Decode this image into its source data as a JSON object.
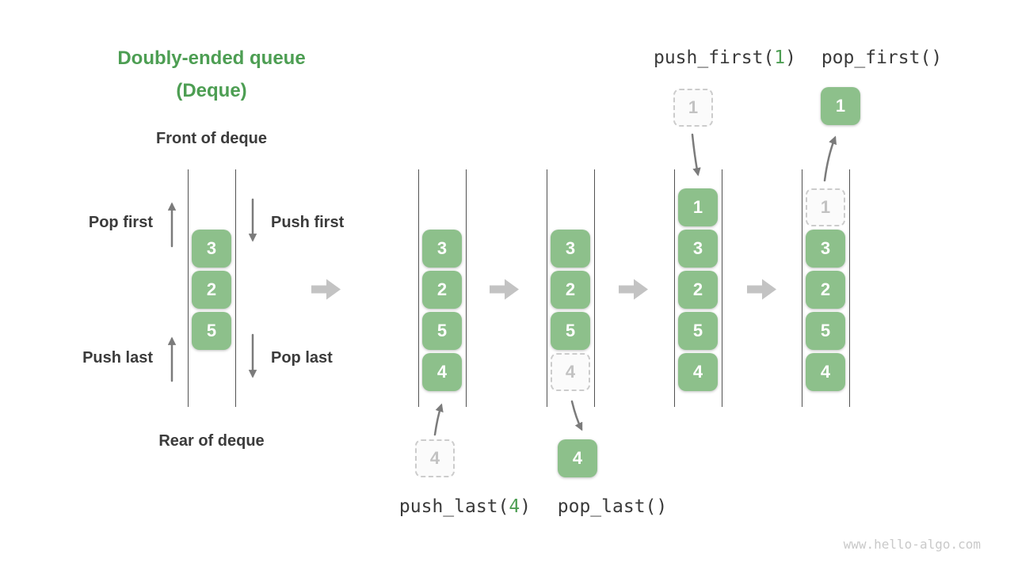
{
  "title": {
    "line1": "Doubly-ended queue",
    "line2": "(Deque)"
  },
  "left_diagram": {
    "front_label": "Front of deque",
    "rear_label": "Rear of deque",
    "pop_first_label": "Pop first",
    "push_first_label": "Push first",
    "push_last_label": "Push last",
    "pop_last_label": "Pop last"
  },
  "operations": {
    "push_first": {
      "prefix": "push_first(",
      "arg": "1",
      "suffix": ")"
    },
    "pop_first": {
      "prefix": "pop_first(",
      "arg": "",
      "suffix": ")"
    },
    "push_last": {
      "prefix": "push_last(",
      "arg": "4",
      "suffix": ")"
    },
    "pop_last": {
      "prefix": "pop_last(",
      "arg": "",
      "suffix": ")"
    }
  },
  "queues": [
    {
      "name": "deque-initial",
      "cells": [
        {
          "value": "3",
          "slot": 1,
          "ghost": false
        },
        {
          "value": "2",
          "slot": 2,
          "ghost": false
        },
        {
          "value": "5",
          "slot": 3,
          "ghost": false
        }
      ]
    },
    {
      "name": "deque-after-push-last",
      "cells": [
        {
          "value": "3",
          "slot": 1,
          "ghost": false
        },
        {
          "value": "2",
          "slot": 2,
          "ghost": false
        },
        {
          "value": "5",
          "slot": 3,
          "ghost": false
        },
        {
          "value": "4",
          "slot": 4,
          "ghost": false
        }
      ]
    },
    {
      "name": "deque-after-pop-last",
      "cells": [
        {
          "value": "3",
          "slot": 1,
          "ghost": false
        },
        {
          "value": "2",
          "slot": 2,
          "ghost": false
        },
        {
          "value": "5",
          "slot": 3,
          "ghost": false
        },
        {
          "value": "4",
          "slot": 4,
          "ghost": true
        }
      ]
    },
    {
      "name": "deque-after-push-first",
      "cells": [
        {
          "value": "1",
          "slot": 0,
          "ghost": false
        },
        {
          "value": "3",
          "slot": 1,
          "ghost": false
        },
        {
          "value": "2",
          "slot": 2,
          "ghost": false
        },
        {
          "value": "5",
          "slot": 3,
          "ghost": false
        },
        {
          "value": "4",
          "slot": 4,
          "ghost": false
        }
      ]
    },
    {
      "name": "deque-after-pop-first",
      "cells": [
        {
          "value": "1",
          "slot": 0,
          "ghost": true
        },
        {
          "value": "3",
          "slot": 1,
          "ghost": false
        },
        {
          "value": "2",
          "slot": 2,
          "ghost": false
        },
        {
          "value": "5",
          "slot": 3,
          "ghost": false
        },
        {
          "value": "4",
          "slot": 4,
          "ghost": false
        }
      ]
    }
  ],
  "floating_boxes": {
    "push_last_input": {
      "value": "4",
      "ghost": true
    },
    "pop_last_output": {
      "value": "4",
      "ghost": false
    },
    "push_first_input": {
      "value": "1",
      "ghost": true
    },
    "pop_first_output": {
      "value": "1",
      "ghost": false
    }
  },
  "watermark": "www.hello-algo.com",
  "colors": {
    "accent_green": "#4d9e53",
    "box_green": "#8dc08b",
    "dark_text": "#3b3b3b",
    "queue_line": "#525252",
    "small_arrow": "#7b7b7b",
    "stage_arrow": "#c3c3c3",
    "ghost_border": "#cccccc",
    "ghost_text": "#c2c2c2",
    "watermark_gray": "#c9c9c9"
  }
}
